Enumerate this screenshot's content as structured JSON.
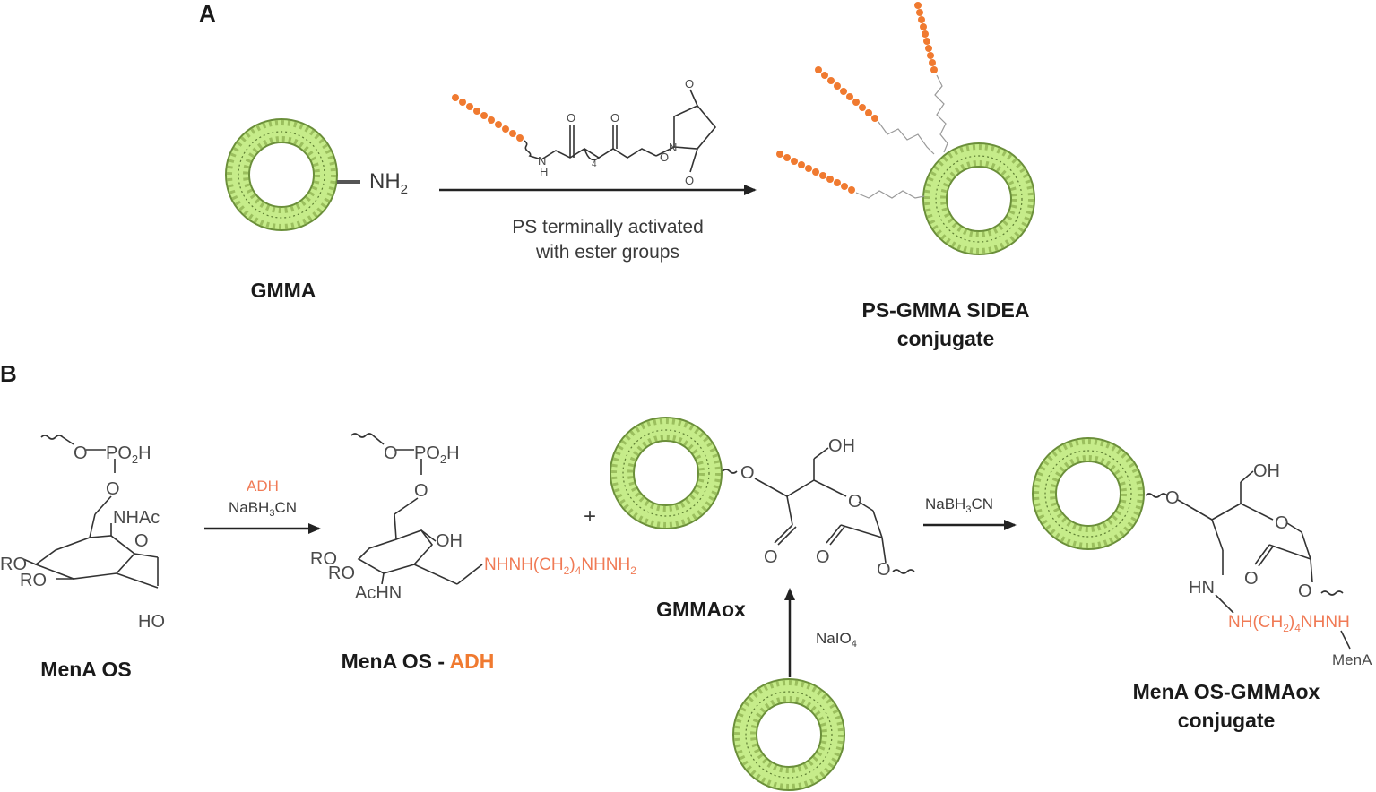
{
  "panel_a": {
    "label": "A",
    "gmma_label": "GMMA",
    "nh2": "NH",
    "nh2_sub": "2",
    "arrow_caption_line1": "PS terminally activated",
    "arrow_caption_line2": "with ester groups",
    "linker_atoms": {
      "o1": "O",
      "o2": "O",
      "o3": "O",
      "o4": "O",
      "o5": "O",
      "n1": "N",
      "n2": "N",
      "h": "H",
      "sub4": "4"
    },
    "product_line1": "PS-GMMA SIDEA",
    "product_line2": "conjugate"
  },
  "panel_b": {
    "label": "B",
    "mena_os": {
      "name": "MenA OS",
      "o_top": "O",
      "po2h": "PO",
      "po2h_sub": "2",
      "po2h_h": "H",
      "o_mid": "O",
      "nhac": "NHAc",
      "ring_o": "O",
      "ro1": "RO",
      "ro2": "RO",
      "ho": "HO"
    },
    "step1": {
      "reagent1": "ADH",
      "reagent2": "NaBH",
      "reagent2_sub": "3",
      "reagent2_end": "CN"
    },
    "mena_adh": {
      "name_main": "MenA OS - ",
      "name_accent": "ADH",
      "o_top": "O",
      "po2h": "PO",
      "po2h_sub": "2",
      "po2h_h": "H",
      "o_mid": "O",
      "oh": "OH",
      "ro1": "RO",
      "ro2": "RO",
      "achn": "AcHN",
      "hydrazide": "NHNH(CH",
      "hydrazide_sub1": "2",
      "hydrazide_mid": ")",
      "hydrazide_sub2": "4",
      "hydrazide_end": "NHNH",
      "hydrazide_sub3": "2"
    },
    "plus": "+",
    "gmmaox": {
      "name": "GMMAox",
      "o_link": "O",
      "oh": "OH",
      "ring_o": "O",
      "ald1": "O",
      "ald2": "O",
      "o_bottom": "O"
    },
    "oxidation": {
      "reagent": "NaIO",
      "reagent_sub": "4"
    },
    "step2": {
      "reagent": "NaBH",
      "reagent_sub": "3",
      "reagent_end": "CN"
    },
    "product": {
      "name_line1": "MenA OS-GMMAox",
      "name_line2": "conjugate",
      "o_link": "O",
      "oh": "OH",
      "ring_o": "O",
      "ald": "O",
      "o_bottom": "O",
      "hn": "HN",
      "chain": "NH(CH",
      "chain_sub1": "2",
      "chain_mid": ")",
      "chain_sub2": "4",
      "chain_end": "NHNH",
      "mena": "MenA"
    }
  },
  "colors": {
    "vesicle_green": "#c6ec8a",
    "vesicle_outline": "#6b8f3a",
    "polysaccharide_orange": "#f07a30",
    "accent_text": "#f07a55"
  }
}
